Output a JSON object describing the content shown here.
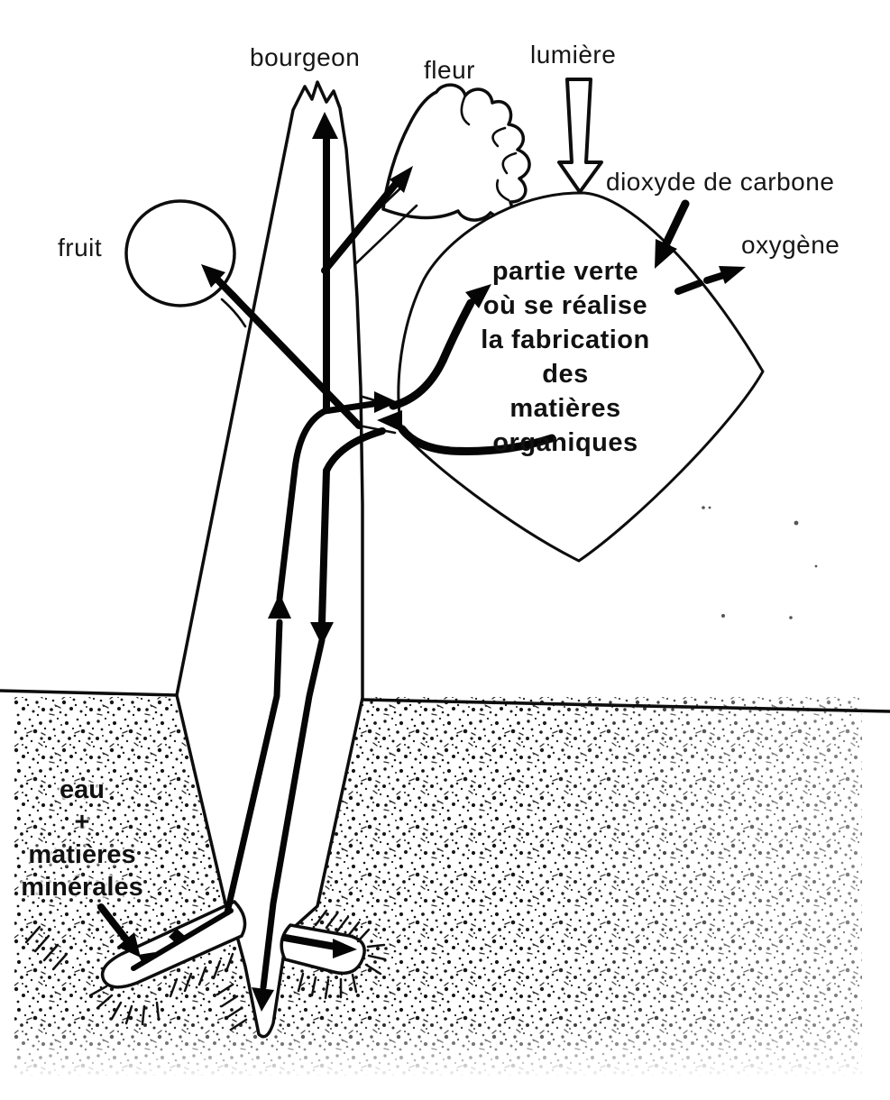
{
  "labels": {
    "bourgeon": "bourgeon",
    "fleur": "fleur",
    "lumiere": "lumière",
    "dioxyde_de_carbone": "dioxyde de carbone",
    "oxygene": "oxygène",
    "fruit": "fruit"
  },
  "leaf_caption": {
    "lines": [
      "partie verte",
      "où se réalise",
      "la fabrication",
      "des",
      "matières",
      "organiques"
    ]
  },
  "soil_caption": {
    "lines": [
      "eau",
      "+",
      "matières",
      "minérales"
    ]
  },
  "colors": {
    "ink": "#141414",
    "paper": "#ffffff"
  }
}
